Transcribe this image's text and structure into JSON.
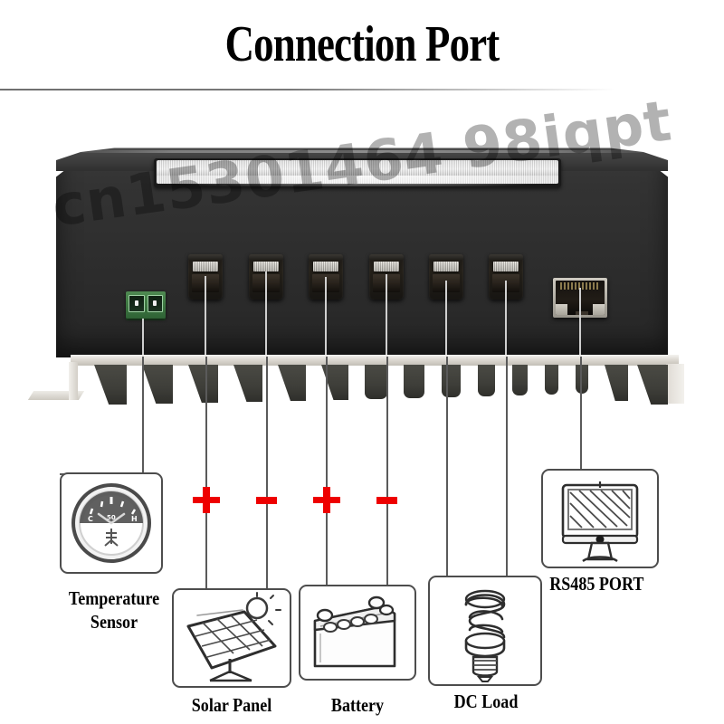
{
  "header": {
    "title": "Connection Port"
  },
  "device": {
    "watermark": "cn15301464 98iqpt",
    "ports_count": 6,
    "terminal_block": {
      "name": "temperature-sensor-terminal",
      "pins": 2,
      "color": "#3f7a43"
    },
    "rj45": {
      "name": "rs485-rj45-jack",
      "shield_color": "#b9b5ab"
    }
  },
  "callouts": [
    {
      "id": "temperature-sensor",
      "label": "Temperature\nSensor",
      "label_lines": [
        "Temperature",
        "Sensor"
      ],
      "icon": "thermometer-gauge-icon",
      "polarity": null
    },
    {
      "id": "solar-panel",
      "label": "Solar Panel",
      "label_lines": [
        "Solar Panel"
      ],
      "icon": "solar-panel-icon",
      "polarity": [
        "+",
        "-"
      ]
    },
    {
      "id": "battery",
      "label": "Battery",
      "label_lines": [
        "Battery"
      ],
      "icon": "car-battery-icon",
      "polarity": [
        "+",
        "-"
      ]
    },
    {
      "id": "dc-load",
      "label": "DC Load",
      "label_lines": [
        "DC Load"
      ],
      "icon": "cfl-bulb-icon",
      "polarity": null
    },
    {
      "id": "rs485-port",
      "label": "RS485 PORT",
      "label_lines": [
        "RS485 PORT"
      ],
      "icon": "monitor-icon",
      "polarity": null
    }
  ],
  "polarity_marks": [
    {
      "sign": "+",
      "for": "solar-panel"
    },
    {
      "sign": "-",
      "for": "solar-panel"
    },
    {
      "sign": "+",
      "for": "battery"
    },
    {
      "sign": "-",
      "for": "battery"
    }
  ],
  "colors": {
    "accent_red": "#ee0000",
    "line_gray": "#5a5a5a",
    "box_border": "#4d4d4d",
    "chassis_black": "#2d2d2d",
    "heatsink_silver": "#ddd9d2"
  }
}
